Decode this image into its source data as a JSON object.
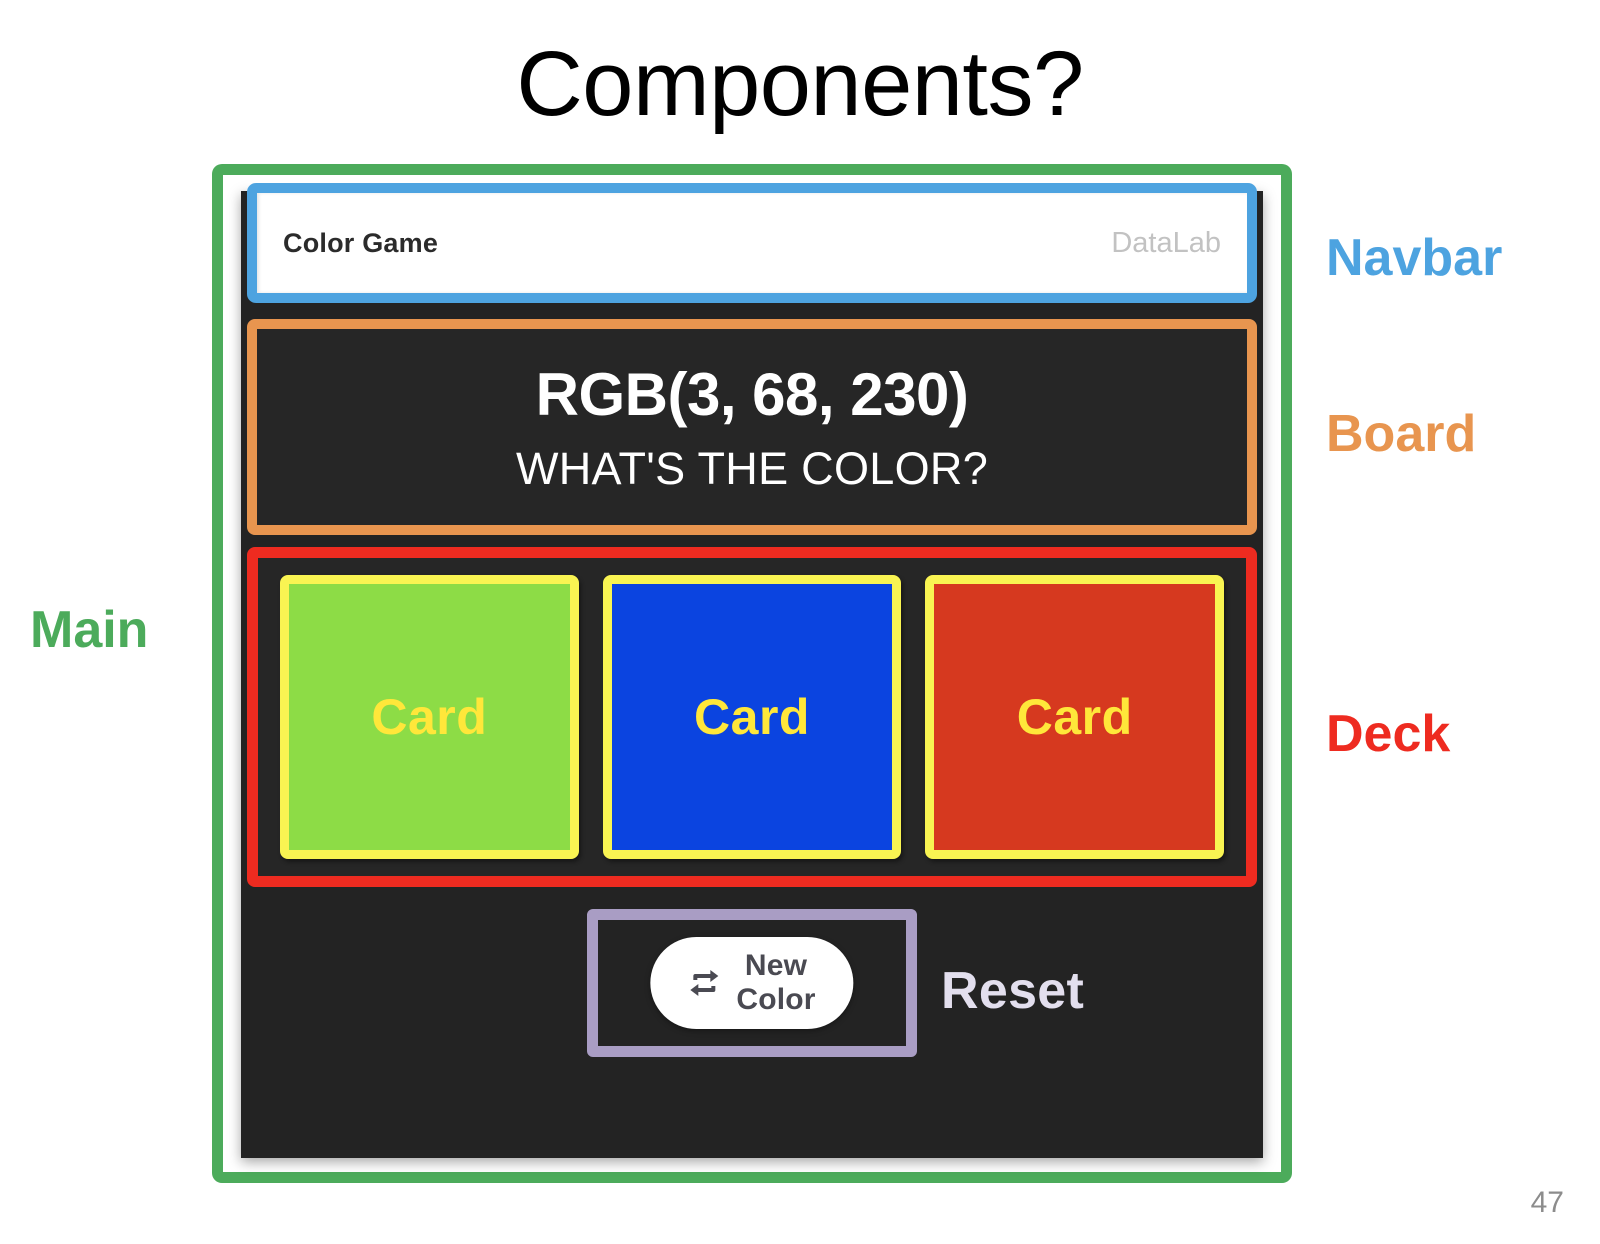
{
  "slide": {
    "title": "Components?",
    "page_number": "47"
  },
  "annotations": {
    "main": {
      "label": "Main",
      "color": "#4cab5b"
    },
    "navbar": {
      "label": "Navbar",
      "color": "#4da3e0"
    },
    "board": {
      "label": "Board",
      "color": "#e8954f"
    },
    "deck": {
      "label": "Deck",
      "color": "#ee2b20"
    },
    "reset": {
      "label": "Reset",
      "color": "#a99dc4"
    }
  },
  "app": {
    "navbar": {
      "brand": "Color Game",
      "right_label": "DataLab"
    },
    "board": {
      "rgb_text": "RGB(3, 68, 230)",
      "question": "WHAT'S THE COLOR?"
    },
    "deck": {
      "cards": [
        {
          "label": "Card",
          "fill": "#8ddc46",
          "border": "#f9f452"
        },
        {
          "label": "Card",
          "fill": "#0b44e0",
          "border": "#f9f452"
        },
        {
          "label": "Card",
          "fill": "#d6391f",
          "border": "#f9f452"
        }
      ]
    },
    "reset": {
      "button_label": "New Color",
      "button_icon": "repeat-icon",
      "caption": "Reset"
    }
  }
}
